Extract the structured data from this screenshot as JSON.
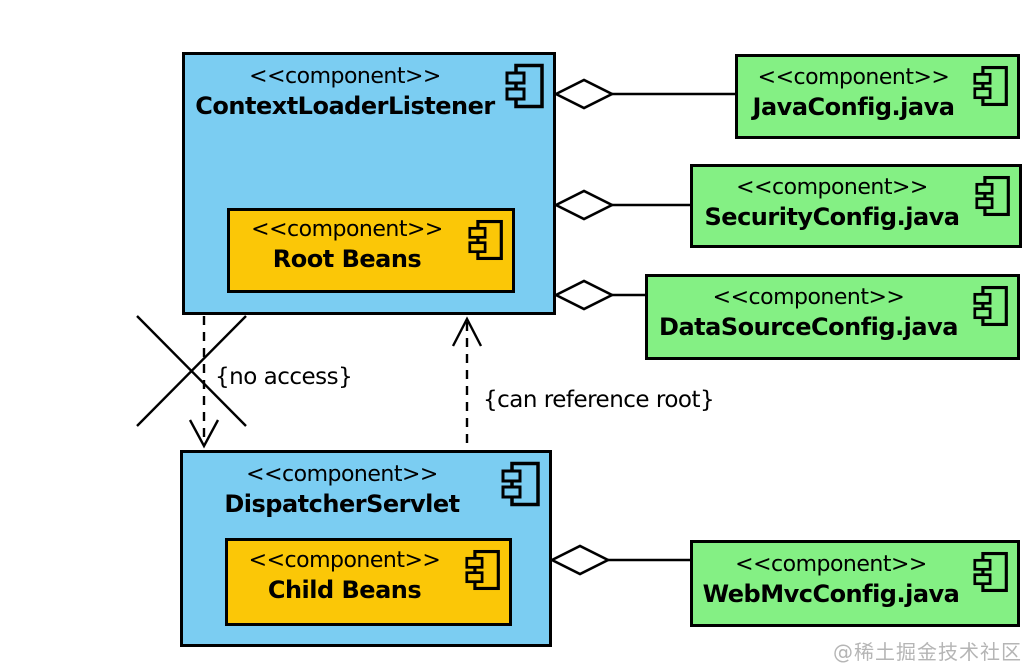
{
  "colors": {
    "container_blue": "#7bcdf2",
    "config_green": "#84f084",
    "beans_orange": "#fbc707",
    "line_black": "#000000",
    "watermark_gray": "#b5b5b5"
  },
  "components": {
    "context_loader": {
      "stereotype": "<<component>>",
      "name": "ContextLoaderListener"
    },
    "root_beans": {
      "stereotype": "<<component>>",
      "name": "Root Beans"
    },
    "dispatcher_servlet": {
      "stereotype": "<<component>>",
      "name": "DispatcherServlet"
    },
    "child_beans": {
      "stereotype": "<<component>>",
      "name": "Child Beans"
    },
    "java_config": {
      "stereotype": "<<component>>",
      "name": "JavaConfig.java"
    },
    "security_config": {
      "stereotype": "<<component>>",
      "name": "SecurityConfig.java"
    },
    "datasource_config": {
      "stereotype": "<<component>>",
      "name": "DataSourceConfig.java"
    },
    "webmvc_config": {
      "stereotype": "<<component>>",
      "name": "WebMvcConfig.java"
    }
  },
  "annotations": {
    "no_access": "{no access}",
    "can_reference_root": "{can reference root}"
  },
  "watermark": "@稀土掘金技术社区"
}
